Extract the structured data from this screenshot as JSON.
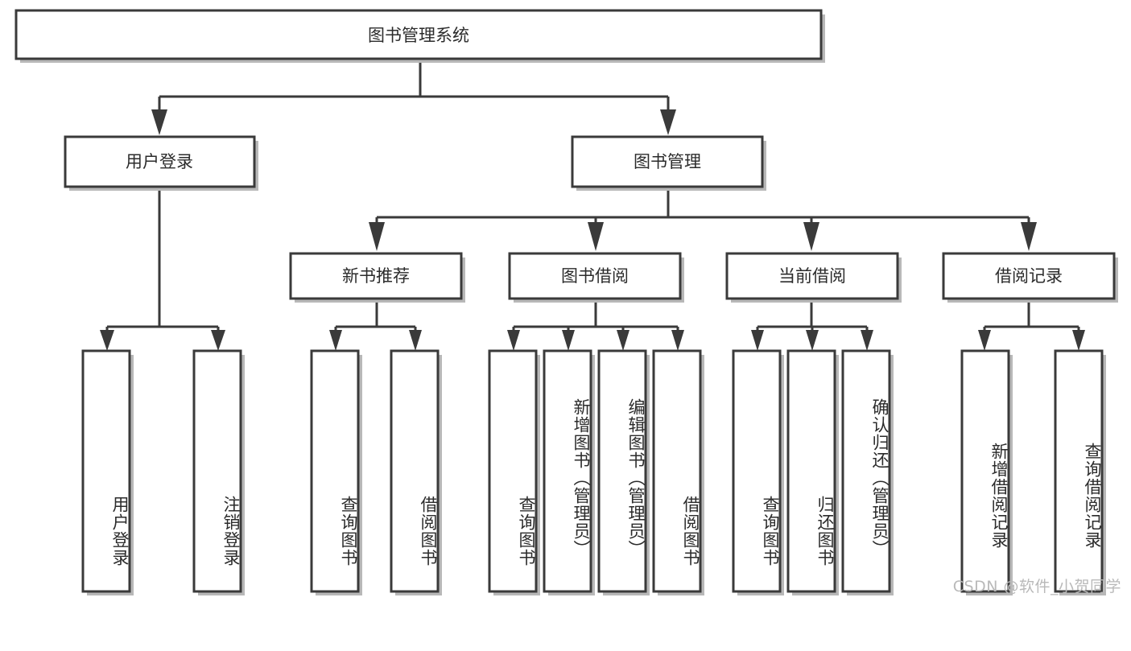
{
  "diagram": {
    "title": "图书管理系统",
    "type": "tree",
    "orientation": "top-down",
    "colors": {
      "box_fill": "#ffffff",
      "box_stroke": "#3a3a3a",
      "text": "#2b2b2b",
      "shadow": "#b8b8b8",
      "watermark": "#b9b9b9",
      "background": "#ffffff"
    },
    "root": {
      "id": "root",
      "label": "图书管理系统"
    },
    "level1": [
      {
        "id": "user-login",
        "label": "用户登录"
      },
      {
        "id": "book-management",
        "label": "图书管理"
      }
    ],
    "level2": [
      {
        "id": "new-book-recommend",
        "label": "新书推荐",
        "parent": "book-management"
      },
      {
        "id": "book-borrow",
        "label": "图书借阅",
        "parent": "book-management"
      },
      {
        "id": "current-borrow",
        "label": "当前借阅",
        "parent": "book-management"
      },
      {
        "id": "borrow-record",
        "label": "借阅记录",
        "parent": "book-management"
      }
    ],
    "leaves": [
      {
        "id": "leaf-user-login",
        "label": "用户登录",
        "parent": "user-login"
      },
      {
        "id": "leaf-user-logout",
        "label": "注销登录",
        "parent": "user-login"
      },
      {
        "id": "leaf-query-book-1",
        "label": "查询图书",
        "parent": "new-book-recommend"
      },
      {
        "id": "leaf-borrow-book-1",
        "label": "借阅图书",
        "parent": "new-book-recommend"
      },
      {
        "id": "leaf-query-book-2",
        "label": "查询图书",
        "parent": "book-borrow"
      },
      {
        "id": "leaf-add-book",
        "label": "新增图书（管理员）",
        "parent": "book-borrow"
      },
      {
        "id": "leaf-edit-book",
        "label": "编辑图书（管理员）",
        "parent": "book-borrow"
      },
      {
        "id": "leaf-borrow-book-2",
        "label": "借阅图书",
        "parent": "book-borrow"
      },
      {
        "id": "leaf-query-book-3",
        "label": "查询图书",
        "parent": "current-borrow"
      },
      {
        "id": "leaf-return-book",
        "label": "归还图书",
        "parent": "current-borrow"
      },
      {
        "id": "leaf-confirm-return",
        "label": "确认归还（管理员）",
        "parent": "current-borrow"
      },
      {
        "id": "leaf-add-borrow-record",
        "label": "新增借阅记录",
        "parent": "borrow-record"
      },
      {
        "id": "leaf-query-borrow-record",
        "label": "查询借阅记录",
        "parent": "borrow-record"
      }
    ],
    "watermark": "CSDN @软件_小贺同学"
  }
}
